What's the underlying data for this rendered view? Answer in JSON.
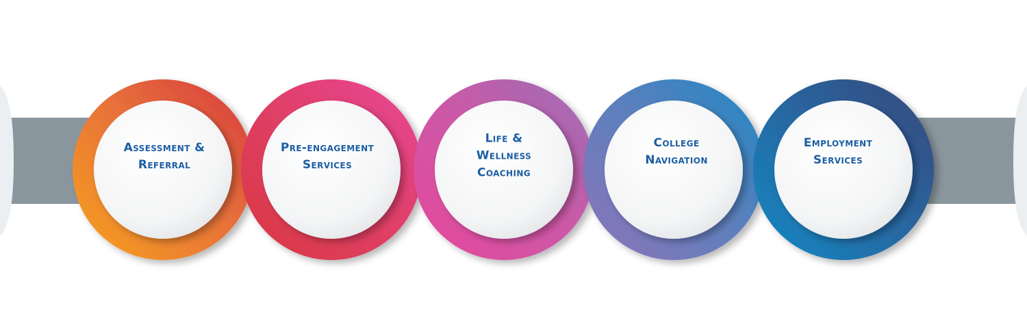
{
  "process": {
    "steps": [
      {
        "lines": [
          "Assessment &",
          "Referral"
        ],
        "colors": [
          "#f6a21e",
          "#e7703a",
          "#d63a3e"
        ]
      },
      {
        "lines": [
          "Pre-engagement",
          "Services"
        ],
        "colors": [
          "#d8373f",
          "#e0406a",
          "#e8479a"
        ]
      },
      {
        "lines": [
          "Life &",
          "Wellness",
          "Coaching"
        ],
        "colors": [
          "#e8479a",
          "#c95aa8",
          "#9a6fb5"
        ]
      },
      {
        "lines": [
          "College",
          "Navigation"
        ],
        "colors": [
          "#8e74b8",
          "#5a80bd",
          "#1e88c4"
        ]
      },
      {
        "lines": [
          "Employment",
          "Services"
        ],
        "colors": [
          "#1289c3",
          "#2a649e",
          "#35477b"
        ]
      }
    ],
    "band_color": "#8a969d",
    "label_color": "#1c5fa3"
  }
}
